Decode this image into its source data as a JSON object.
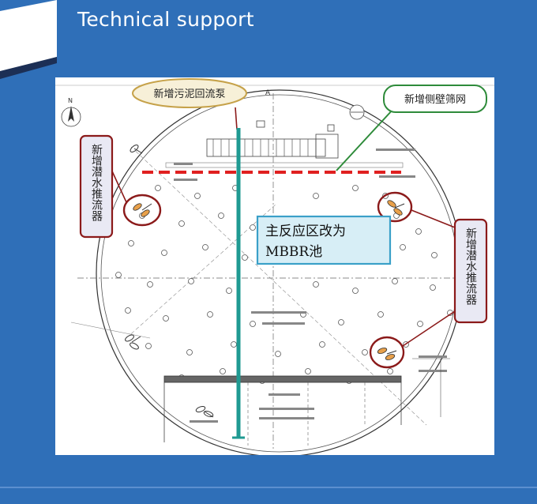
{
  "page": {
    "title": "Technical support"
  },
  "diagram": {
    "callouts": {
      "sludge_pump": "新增污泥回流泵",
      "side_wall_screen": "新增侧壁筛网",
      "pusher_left": "新增潜水推流器",
      "pusher_right": "新增潜水推流器",
      "main_zone_line1": "主反应区改为",
      "main_zone_line2": "MBBR池"
    },
    "marks": {
      "north": "N",
      "axis_a": "A"
    },
    "colors": {
      "background": "#2f6fb8",
      "screen_line": "#e02020",
      "pipe": "#1f9a92",
      "callout_border": "#8b1a1a",
      "callout_green": "#2e8b3a",
      "zone_box": "#3aa0c8",
      "callout_fill": "#e9e9f4"
    }
  }
}
